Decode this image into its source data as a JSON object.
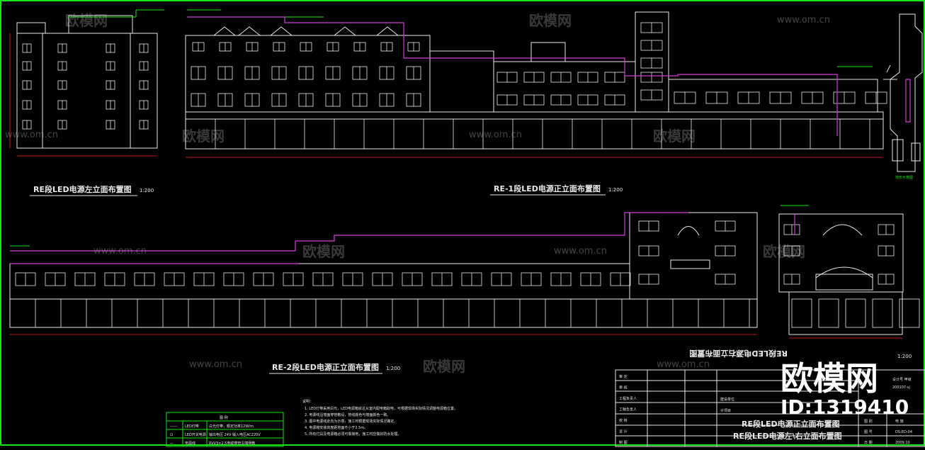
{
  "watermark": {
    "brand": "欧模网",
    "url": "www.om.cn",
    "big_brand": "欧模网",
    "id_label": "ID:1319410"
  },
  "drawings": {
    "left": {
      "title": "RE段LED电源左立面布置图",
      "scale": "1:200"
    },
    "front1": {
      "title": "RE-1段LED电源正立面布置图",
      "scale": "1:200"
    },
    "front2": {
      "title": "RE-2段LED电源正立面布置图",
      "scale": "1:200"
    },
    "right": {
      "title": "RE段LED电源右立面布置图",
      "scale": "1:200"
    }
  },
  "site_plan_label": "地形示意图",
  "legend": {
    "title": "图 例",
    "rows": [
      {
        "symbol": "——",
        "name": "LED灯带",
        "desc": "白光灯带，额定功率12W/m"
      },
      {
        "symbol": "⊡",
        "name": "LED开关电源",
        "desc": "输出电压 24V  输入电压AC220V"
      },
      {
        "symbol": "—",
        "name": "电源线",
        "desc": "RVV3×2.5电缆穿管沿墙明敷"
      }
    ]
  },
  "notes": {
    "heading": "说明：",
    "items": [
      "1. LED灯带采用白光，LED电源箱就近从室内配电箱取电，可根据现场实际情况调整电源箱位置。",
      "2. 电源线沿墙面穿管敷设，管线颜色与墙面颜色一致。",
      "3. 图中电源线走向为示意，施工时根据现场实际情况确定。",
      "4. 电源箱安装高度距地面不小于2.5m。",
      "5. 所有灯具及电源箱必须可靠接地，施工时应做好防水处理。"
    ]
  },
  "title_block": {
    "left_labels": [
      "审  定",
      "审  核",
      "工程负责人",
      "工种负责人",
      "校  核",
      "设  计",
      "制  图"
    ],
    "mid_labels": [
      "建设单位",
      "子项目"
    ],
    "drawing_titles": [
      "RE段LED电源正立面布置图",
      "RE段LED电源左\\右立面布置图"
    ],
    "right_labels": [
      "图 别",
      "图 号",
      "日 期"
    ],
    "right_values": [
      "电 施",
      "DS-ED-04",
      "2009.10"
    ],
    "project_no": [
      "设计号  甲级",
      "200107-sj"
    ]
  }
}
